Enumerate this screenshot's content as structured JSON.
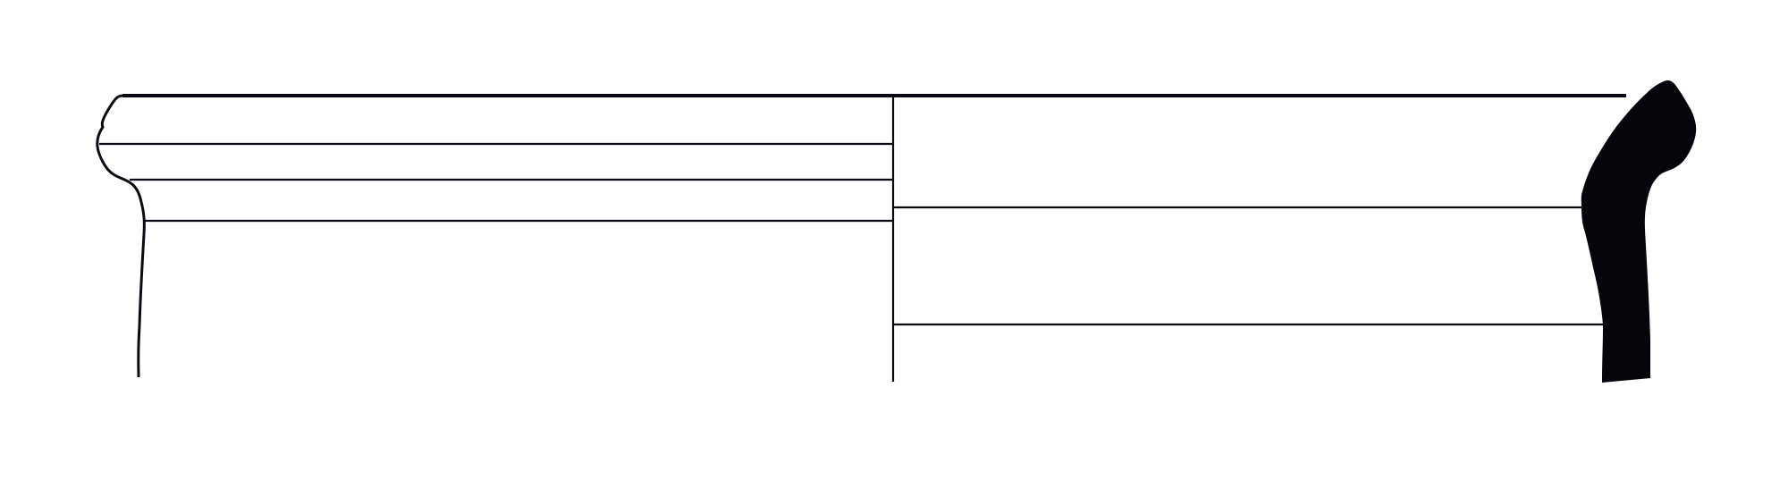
{
  "drawing": {
    "type": "pottery-profile-section",
    "view_left": "exterior-outline",
    "view_right": "section-profile",
    "colors": {
      "background": "#ffffff",
      "line": "#0a0a14",
      "section_fill": "#05050c"
    },
    "exterior_horizontal_lines": 3,
    "interior_horizontal_lines": 2,
    "has_center_axis": true
  }
}
